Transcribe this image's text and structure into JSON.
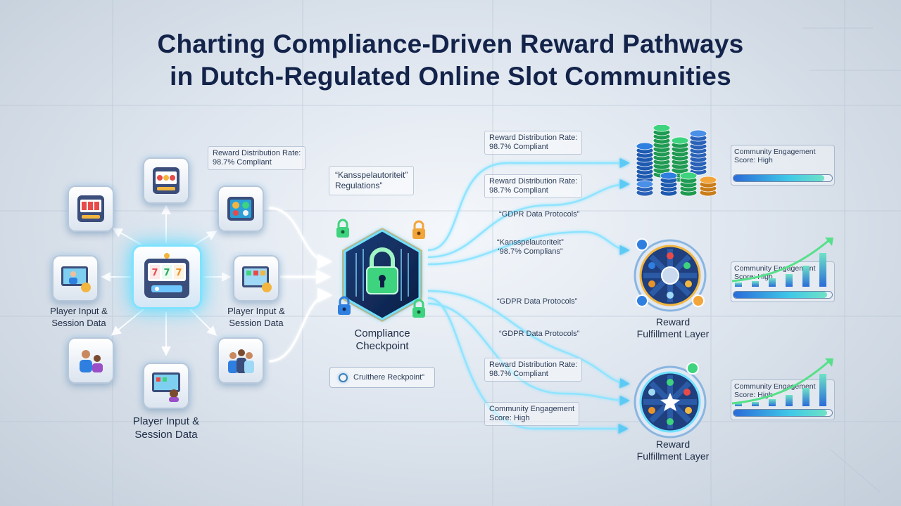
{
  "title_line1": "Charting Compliance-Driven Reward Pathways",
  "title_line2": "in Dutch-Regulated Online Slot Communities",
  "nodes": [
    {
      "name": "slot-machine-node-top-left",
      "icon": "slot-machine-icon"
    },
    {
      "name": "slot-machine-node-top",
      "icon": "slot-machine-icon"
    },
    {
      "name": "app-tablet-node-top-right",
      "icon": "tablet-app-icon"
    },
    {
      "name": "player-screen-node-left",
      "icon": "player-screen-icon"
    },
    {
      "name": "slot-screen-node-right",
      "icon": "slot-screen-icon"
    },
    {
      "name": "players-node-bottom-left",
      "icon": "players-icon"
    },
    {
      "name": "session-screen-node-bottom",
      "icon": "session-screen-icon"
    },
    {
      "name": "community-node-bottom-right",
      "icon": "community-icon"
    }
  ],
  "hub": {
    "icon": "slot-machine-icon"
  },
  "captions": {
    "left": "Player Input &\nSession Data",
    "right": "Player Input &\nSession Data",
    "bottom": "Player Input &\nSession Data"
  },
  "input_tag": "Reward Distribution Rate:\n98.7% Compliant",
  "regulation_tag": "“Kansspelautoriteit”\nRegulations”",
  "checkpoint": {
    "label": "Compliance\nCheckpoint",
    "pill": "Cruithere Reckpoint”"
  },
  "flow_tags": [
    "Reward Distribution Rate:\n98.7% Compliant",
    "Reward Distribution Rate:\n98.7% Compliant",
    "“GDPR Data Protocols”",
    "“Kansspelautoriteit”\n‘98.7% Complians”",
    "“GDPR Data Protocols”",
    "“GDPR Data Protocols”",
    "Reward Distribution Rate:\n98.7% Compliant",
    "Community Engagement\nScore: High"
  ],
  "reward_layers": [
    {
      "label": "Reward\nFulfillment Layer"
    },
    {
      "label": "Reward\nFulfillment Layer"
    }
  ],
  "engagement_panels": [
    {
      "text": "Community Engagement\nScore: High",
      "level": 0.92
    },
    {
      "text": "Community Engagement\nScore: High",
      "level": 0.95
    },
    {
      "text": "Community Engagement\nScore: High",
      "level": 0.95
    }
  ],
  "colors": {
    "flow": "#7fdcff",
    "flow_warm": "#ffd089",
    "title": "#13234a",
    "lock_green": "#3ed37e",
    "lock_blue": "#2f7fe0",
    "lock_orange": "#f2a53a"
  }
}
